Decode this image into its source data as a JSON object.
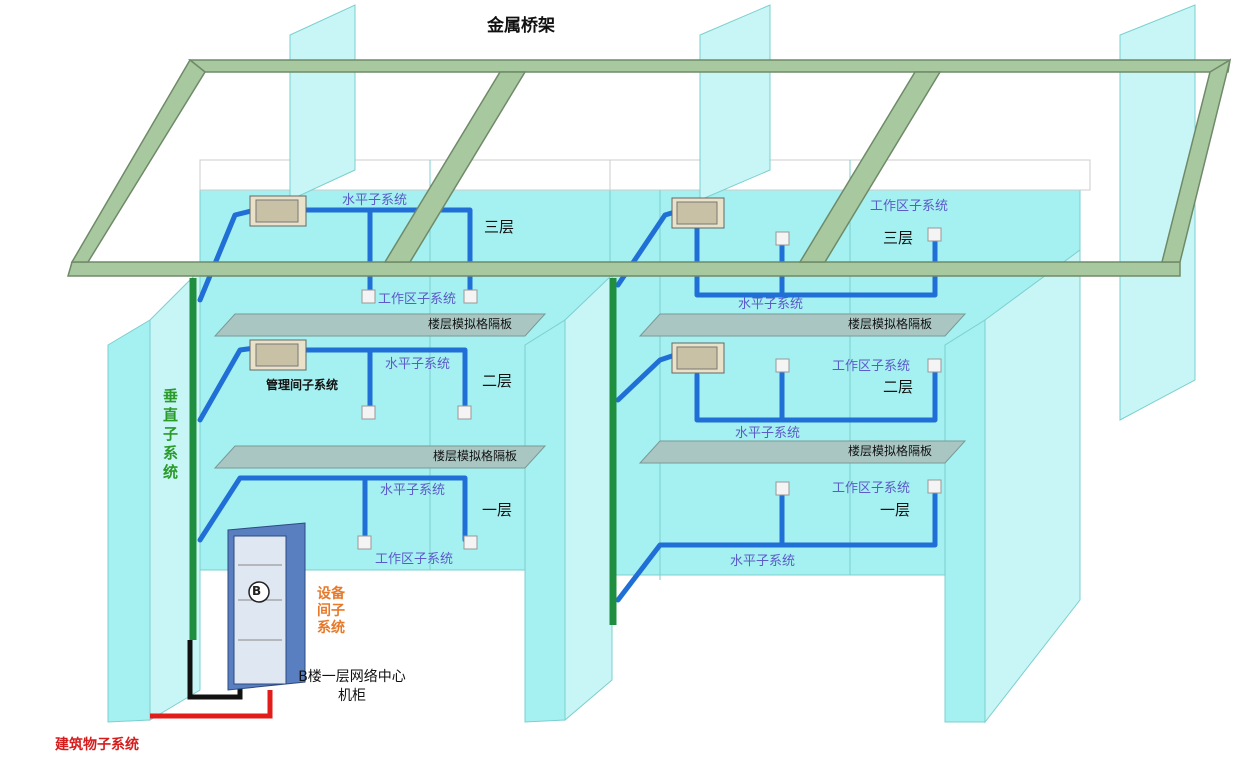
{
  "title": "金属桥架",
  "labels": {
    "horizontal": "水平子系统",
    "work_area": "工作区子系统",
    "management": "管理间子系统",
    "vertical": "垂直子系统",
    "equipment": "设备间子系统",
    "building": "建筑物子系统",
    "partition": "楼层模拟格隔板",
    "cabinet_badge": "B",
    "center_cabinet": "B楼一层网络中心机柜"
  },
  "floors": {
    "third": "三层",
    "second": "二层",
    "first": "一层"
  },
  "colors": {
    "wall": "#a5f0f0",
    "wall_side": "#c8f6f6",
    "tray": "#a8c8a0",
    "cable": "#1f6fd6",
    "vertical_cable": "#1f8f3f",
    "building_cable": "#e21b1b",
    "cabinet_cable": "#111111",
    "partition": "#a9c6c2"
  },
  "icons": [
    "wall-cabinet-icon",
    "network-cabinet-icon",
    "info-outlet-icon"
  ]
}
